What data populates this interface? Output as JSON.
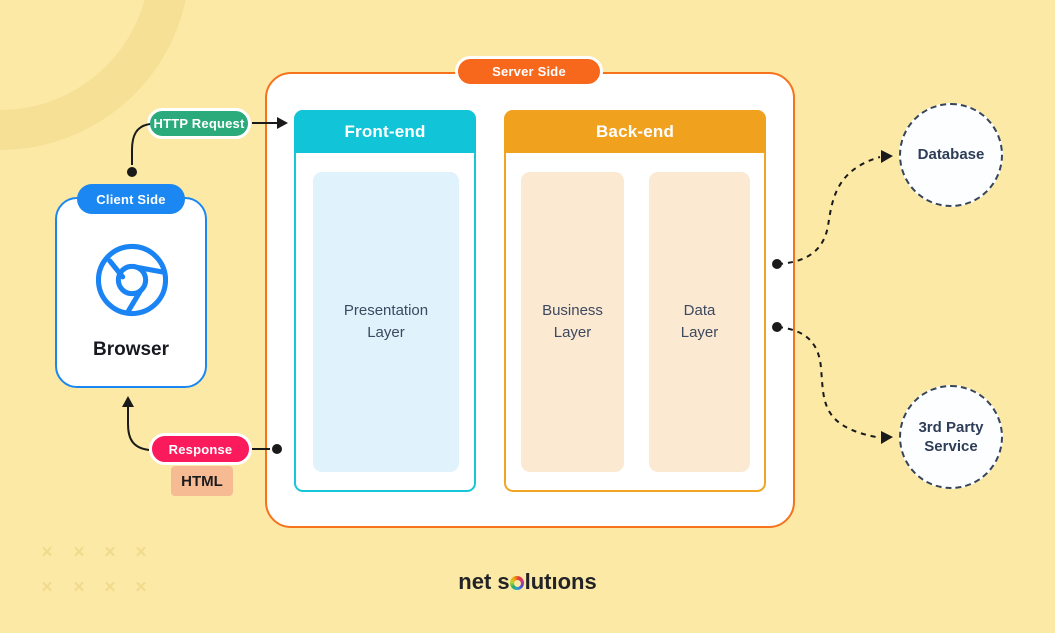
{
  "background": {
    "color": "#fbe9a5"
  },
  "client": {
    "badge": "Client Side",
    "label": "Browser",
    "accent": "#1a87f2"
  },
  "flows": {
    "request": {
      "label": "HTTP Request",
      "color": "#2bab7c"
    },
    "response": {
      "label": "Response",
      "color": "#fb1a5b",
      "payload": "HTML",
      "payload_bg": "#f7bb94"
    }
  },
  "server": {
    "badge": "Server Side",
    "accent": "#f4731c",
    "frontend": {
      "title": "Front-end",
      "accent": "#12c4d7",
      "layers": [
        {
          "label": "Presentation\nLayer",
          "bg": "#e0f2fb"
        }
      ]
    },
    "backend": {
      "title": "Back-end",
      "accent": "#f0a11d",
      "layers": [
        {
          "label": "Business\nLayer",
          "bg": "#fbe9d2"
        },
        {
          "label": "Data\nLayer",
          "bg": "#fbe9d2"
        }
      ]
    }
  },
  "external": {
    "database": {
      "label": "Database"
    },
    "third_party": {
      "label": "3rd Party\nService"
    }
  },
  "footer": {
    "brand_left": "net s",
    "brand_right": "lutıons"
  }
}
